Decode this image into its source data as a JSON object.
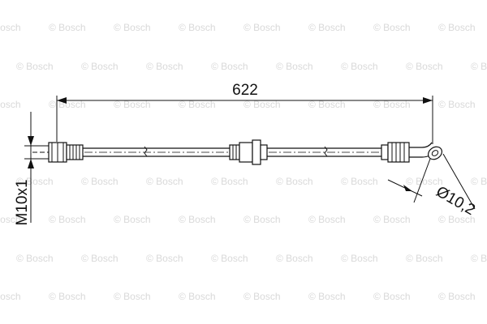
{
  "watermark": {
    "text": "© Bosch",
    "color": "#d9d9d9"
  },
  "dimensions": {
    "length": "622",
    "thread": "M10x1",
    "diameter": "Ø10,2"
  },
  "colors": {
    "ink": "#111111",
    "background": "#ffffff"
  }
}
